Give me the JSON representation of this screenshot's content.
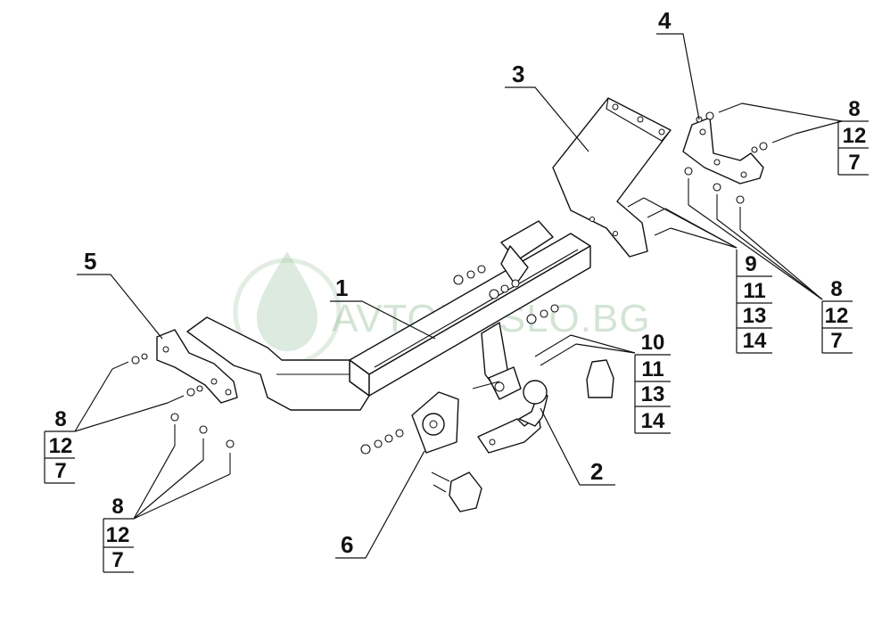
{
  "watermark": {
    "text": "AVTOMASLO.BG",
    "color": "#9fc4a3"
  },
  "callouts": {
    "c1": "1",
    "c2": "2",
    "c3": "3",
    "c4": "4",
    "c5": "5",
    "c6": "6"
  },
  "stacks": {
    "topRight": [
      "8",
      "12",
      "7"
    ],
    "rightMid": [
      "9",
      "11",
      "13",
      "14"
    ],
    "rightLow": [
      "8",
      "12",
      "7"
    ],
    "centerRight": [
      "10",
      "11",
      "13",
      "14"
    ],
    "leftUpper": [
      "8",
      "12",
      "7"
    ],
    "leftLower": [
      "8",
      "12",
      "7"
    ]
  }
}
